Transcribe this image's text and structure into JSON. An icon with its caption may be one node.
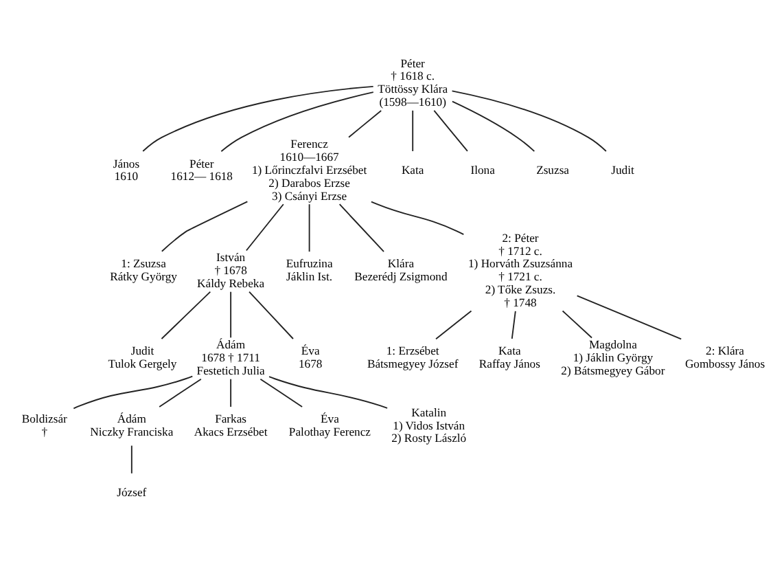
{
  "diagram": {
    "nodes": [
      {
        "text": [
          "Péter",
          "† 1618 c.",
          "Töttössy Klára",
          "(1598—1610)"
        ]
      },
      {
        "text": [
          "János",
          "1610"
        ]
      },
      {
        "text": [
          "Péter",
          "1612— 1618"
        ]
      },
      {
        "text": [
          "Ferencz",
          "1610—1667",
          "1) Lőrinczfalvi Erzsébet",
          "2) Darabos Erzse",
          "3) Csányi Erzse"
        ]
      },
      {
        "text": [
          "Kata"
        ]
      },
      {
        "text": [
          "Ilona"
        ]
      },
      {
        "text": [
          "Zsuzsa"
        ]
      },
      {
        "text": [
          "Judit"
        ]
      },
      {
        "text": [
          "1: Zsuzsa",
          "Rátky György"
        ]
      },
      {
        "text": [
          "István",
          "† 1678",
          "Káldy Rebeka"
        ]
      },
      {
        "text": [
          "Eufruzina",
          "Jáklin Ist."
        ]
      },
      {
        "text": [
          "Klára",
          "Bezerédj Zsigmond"
        ]
      },
      {
        "text": [
          "2: Péter",
          "† 1712 c.",
          "1) Horváth Zsuzsánna",
          "† 1721 c.",
          "2) Tőke Zsuzs.",
          "† 1748"
        ]
      },
      {
        "text": [
          "Judit",
          "Tulok Gergely"
        ]
      },
      {
        "text": [
          "Ádám",
          "1678 † 1711",
          "Festetich Julia"
        ]
      },
      {
        "text": [
          "Éva",
          "1678"
        ]
      },
      {
        "text": [
          "1: Erzsébet",
          "Bátsmegyey József"
        ]
      },
      {
        "text": [
          "Kata",
          "Raffay János"
        ]
      },
      {
        "text": [
          "Magdolna",
          "1) Jáklin György",
          "2) Bátsmegyey Gábor"
        ]
      },
      {
        "text": [
          "2: Klára",
          "Gombossy János"
        ]
      },
      {
        "text": [
          "Boldizsár",
          "†"
        ]
      },
      {
        "text": [
          "Ádám",
          "Niczky Franciska"
        ]
      },
      {
        "text": [
          "Farkas",
          "Akacs Erzsébet"
        ]
      },
      {
        "text": [
          "Éva",
          "Palothay Ferencz"
        ]
      },
      {
        "text": [
          "Katalin",
          "1) Vidos István",
          "2) Rosty László"
        ]
      },
      {
        "text": [
          "József"
        ]
      }
    ],
    "edges": [
      {
        "from": 0,
        "to": 1,
        "arrow": "none"
      },
      {
        "from": 0,
        "to": 2,
        "arrow": "none"
      },
      {
        "from": 0,
        "to": 3,
        "arrow": "none"
      },
      {
        "from": 0,
        "to": 4,
        "arrow": "none"
      },
      {
        "from": 0,
        "to": 5,
        "arrow": "none"
      },
      {
        "from": 0,
        "to": 6,
        "arrow": "none"
      },
      {
        "from": 0,
        "to": 7,
        "arrow": "none"
      },
      {
        "from": 3,
        "to": 8,
        "arrow": "none"
      },
      {
        "from": 3,
        "to": 9,
        "arrow": "none"
      },
      {
        "from": 3,
        "to": 10,
        "arrow": "none"
      },
      {
        "from": 3,
        "to": 11,
        "arrow": "none"
      },
      {
        "from": 3,
        "to": 12,
        "arrow": "none"
      },
      {
        "from": 9,
        "to": 13,
        "arrow": "none"
      },
      {
        "from": 9,
        "to": 14,
        "arrow": "none"
      },
      {
        "from": 9,
        "to": 15,
        "arrow": "none"
      },
      {
        "from": 12,
        "to": 16,
        "arrow": "none"
      },
      {
        "from": 12,
        "to": 17,
        "arrow": "none"
      },
      {
        "from": 12,
        "to": 18,
        "arrow": "none"
      },
      {
        "from": 12,
        "to": 19,
        "arrow": "none"
      },
      {
        "from": 14,
        "to": 20,
        "arrow": "none"
      },
      {
        "from": 14,
        "to": 21,
        "arrow": "none"
      },
      {
        "from": 14,
        "to": 22,
        "arrow": "none"
      },
      {
        "from": 14,
        "to": 23,
        "arrow": "none"
      },
      {
        "from": 14,
        "to": 24,
        "arrow": "none"
      },
      {
        "from": 21,
        "to": 25,
        "arrow": "none"
      }
    ]
  }
}
